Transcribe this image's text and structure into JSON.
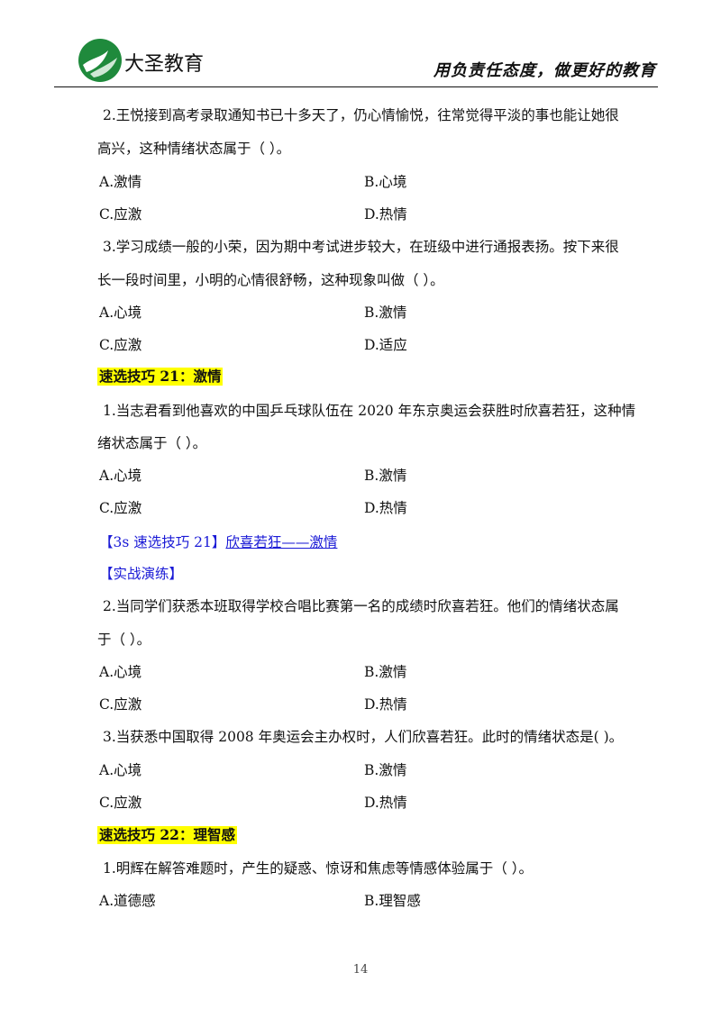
{
  "header": {
    "brand": "大圣教育",
    "slogan": "用负责任态度，做更好的教育"
  },
  "colors": {
    "logo_green": "#1f8a3c",
    "highlight": "#ffff00",
    "link_blue": "#1a1ad6"
  },
  "q_block1": {
    "q2_line1": "2.王悦接到高考录取通知书已十多天了，仍心情愉悦，往常觉得平淡的事也能让她很",
    "q2_line2": "高兴，这种情绪状态属于（    ）。",
    "q2_a": "A.激情",
    "q2_b": "B.心境",
    "q2_c": "C.应激",
    "q2_d": "D.热情",
    "q3_line1": "3.学习成绩一般的小荣，因为期中考试进步较大，在班级中进行通报表扬。按下来很",
    "q3_line2": "长一段时间里，小明的心情很舒畅，这种现象叫做（    ）。",
    "q3_a": "A.心境",
    "q3_b": "B.激情",
    "q3_c": "C.应激",
    "q3_d": "D.适应"
  },
  "tip21": {
    "title": "速选技巧 21：激情",
    "q1_line1": "1.当志君看到他喜欢的中国乒乓球队伍在 2020 年东京奥运会获胜时欣喜若狂，这种情",
    "q1_line2": "绪状态属于（    ）。",
    "q1_a": "A.心境",
    "q1_b": "B.激情",
    "q1_c": "C.应激",
    "q1_d": "D.热情",
    "tip_label": "【3s 速选技巧 21】",
    "tip_rule": "欣喜若狂——激情",
    "practice": "【实战演练】",
    "q2_line1": "2.当同学们获悉本班取得学校合唱比赛第一名的成绩时欣喜若狂。他们的情绪状态属",
    "q2_line2": "于（    ）。",
    "q2_a": "A.心境",
    "q2_b": "B.激情",
    "q2_c": "C.应激",
    "q2_d": "D.热情",
    "q3_line1": "3.当获悉中国取得 2008 年奥运会主办权时，人们欣喜若狂。此时的情绪状态是(    )。",
    "q3_a": "A.心境",
    "q3_b": "B.激情",
    "q3_c": "C.应激",
    "q3_d": "D.热情"
  },
  "tip22": {
    "title": "速选技巧 22：理智感",
    "q1_line1": "1.明辉在解答难题时，产生的疑惑、惊讶和焦虑等情感体验属于（    ）。",
    "q1_a": "A.道德感",
    "q1_b": "B.理智感"
  },
  "footer": {
    "page_number": "14"
  }
}
